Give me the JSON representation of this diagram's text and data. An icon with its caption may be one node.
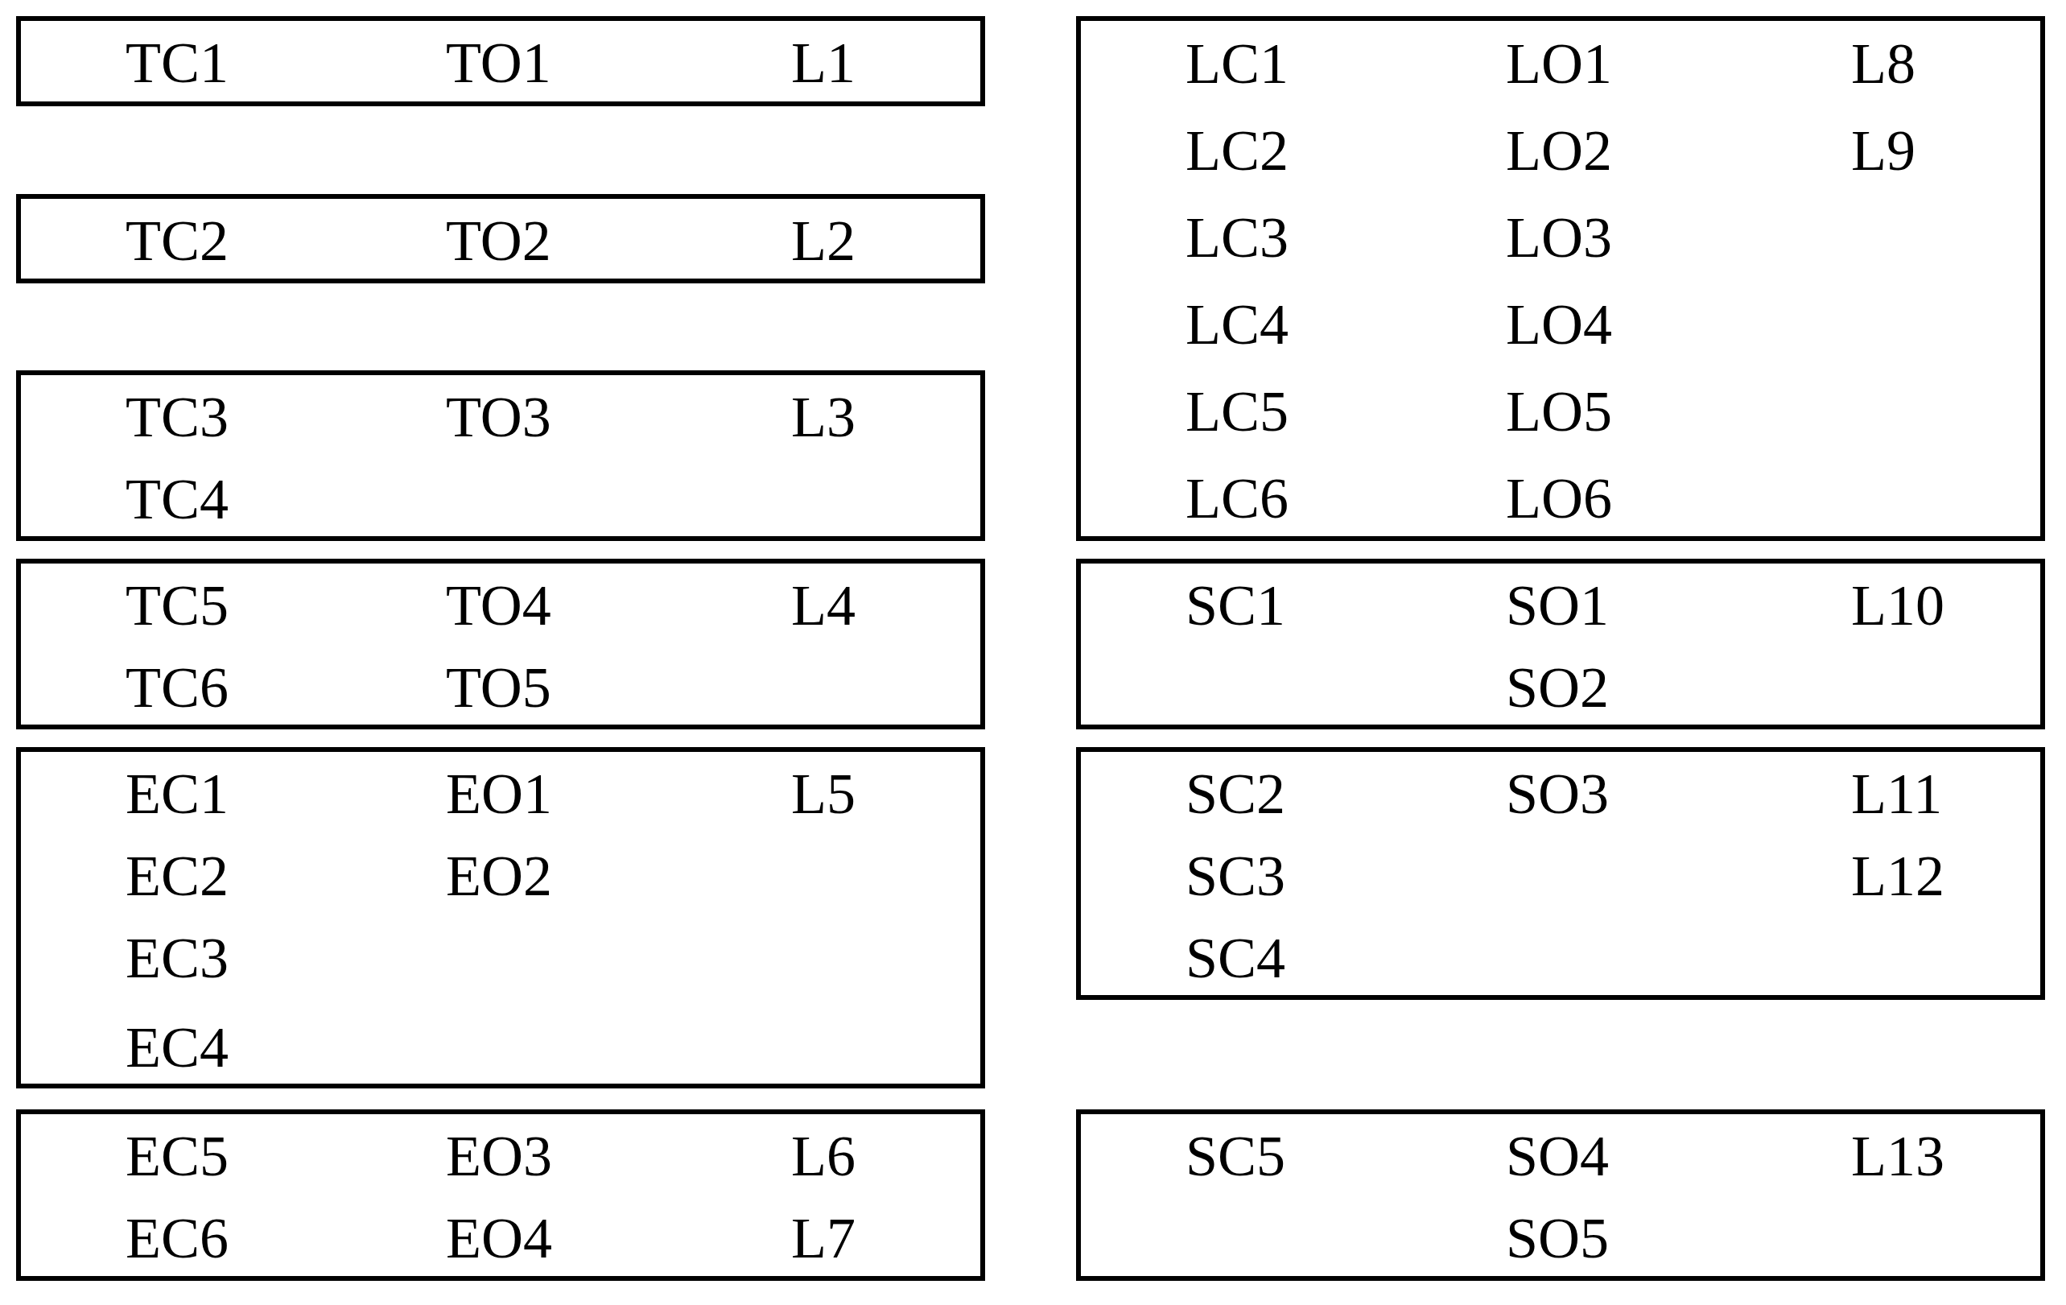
{
  "diagram": {
    "nodes": [
      {
        "text": [
          "TC1",
          "TO1",
          "L1"
        ]
      },
      {
        "text": [
          "TC2",
          "TO2",
          "L2"
        ]
      },
      {
        "text": [
          "TC3",
          "TO3",
          "L3",
          "TC4"
        ]
      },
      {
        "text": [
          "TC5",
          "TO4",
          "L4",
          "TC6",
          "TO5"
        ]
      },
      {
        "text": [
          "EC1",
          "EO1",
          "L5",
          "EC2",
          "EO2",
          "EC3",
          "EC4"
        ]
      },
      {
        "text": [
          "EC5",
          "EO3",
          "L6",
          "EC6",
          "EO4",
          "L7"
        ]
      },
      {
        "text": [
          "LC1",
          "LO1",
          "L8",
          "LC2",
          "LO2",
          "L9",
          "LC3",
          "LO3",
          "LC4",
          "LO4",
          "LC5",
          "LO5",
          "LC6",
          "LO6"
        ]
      },
      {
        "text": [
          "SC1",
          "SO1",
          "L10",
          "SO2"
        ]
      },
      {
        "text": [
          "SC2",
          "SO3",
          "L11",
          "SC3",
          "L12",
          "SC4"
        ]
      },
      {
        "text": [
          "SC5",
          "SO4",
          "L13",
          "SO5"
        ]
      }
    ]
  }
}
